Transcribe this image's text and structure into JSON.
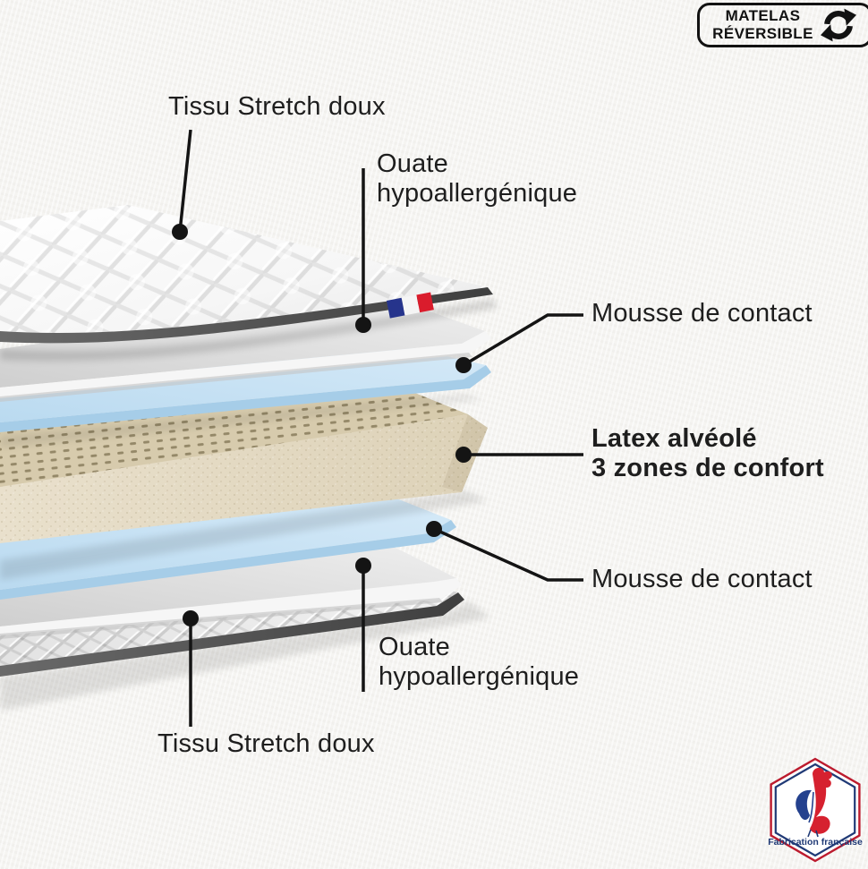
{
  "header_badge": {
    "line1": "MATELAS",
    "line2": "RÉVERSIBLE",
    "icon": "reversible-arrows-icon"
  },
  "callouts": {
    "tissu_top": "Tissu Stretch doux",
    "ouate_top": {
      "line1": "Ouate",
      "line2": "hypoallergénique"
    },
    "mousse_top": "Mousse de contact",
    "latex": {
      "line1": "Latex alvéolé",
      "line2": "3 zones de confort"
    },
    "mousse_bottom": "Mousse de contact",
    "ouate_bottom": {
      "line1": "Ouate",
      "line2": "hypoallergénique"
    },
    "tissu_bottom": "Tissu Stretch doux"
  },
  "footer_badge": {
    "label": "Fabrication française",
    "icon": "french-rooster-icon"
  },
  "diagram": {
    "type": "exploded-mattress-layers",
    "layers_top_to_bottom": [
      "Tissu Stretch doux",
      "Ouate hypoallergénique",
      "Mousse de contact",
      "Latex alvéolé 3 zones de confort",
      "Mousse de contact",
      "Ouate hypoallergénique",
      "Tissu Stretch doux"
    ]
  },
  "colors": {
    "background": "#f5f4f1",
    "text": "#1e1e1e",
    "callout_line": "#141414",
    "foam_blue": "#c7e2f3",
    "foam_blue_edge": "#a6cde8",
    "latex_top": "#d7cbad",
    "latex_front": "#e7deca",
    "quilt_white": "#fbfbfb",
    "ouate_gray": "#d9d9d9",
    "badge_navy": "#203a76",
    "badge_red": "#bc1b2e",
    "flag_blue": "#26348c",
    "flag_red": "#da1c2c"
  }
}
